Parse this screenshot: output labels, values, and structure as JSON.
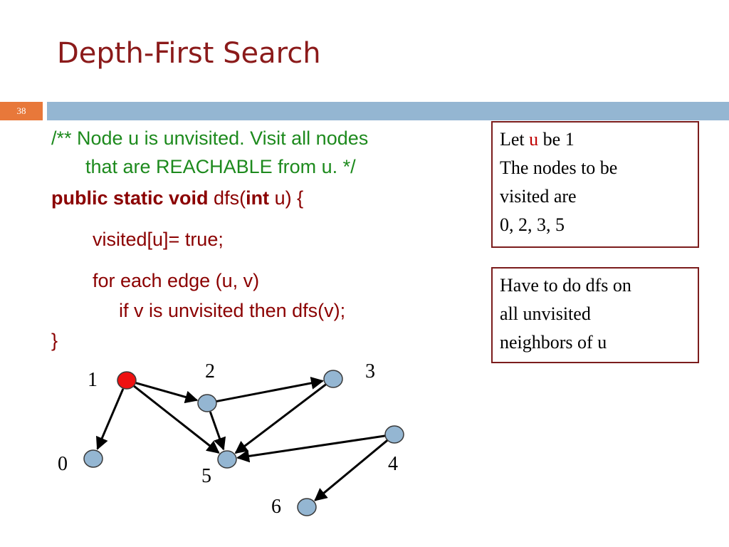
{
  "title": "Depth-First Search",
  "slide_number": "38",
  "code": {
    "comment_line1": "/** Node u is unvisited. Visit all nodes",
    "comment_line2": "that are REACHABLE from u. */",
    "sig_public_static_void": "public static void",
    "sig_dfs_open": " dfs(",
    "sig_int": "int",
    "sig_u_close": " u) {",
    "visited_line": "visited[u]= true;",
    "for_line": "for each edge (u, v)",
    "if_line": "if v is unvisited then dfs(v);",
    "close_brace": "}"
  },
  "box1": {
    "let": "Let ",
    "u": "u",
    "be1": " be 1",
    "line2": "The nodes to be",
    "line3": "visited are",
    "line4": "0, 2, 3, 5"
  },
  "box2": {
    "line1": "Have to do dfs on",
    "line2": "all unvisited",
    "line3": "neighbors of u"
  },
  "graph": {
    "nodes": [
      {
        "id": "1",
        "label": "1",
        "color": "#ee1111"
      },
      {
        "id": "2",
        "label": "2",
        "color": "#94b6d2"
      },
      {
        "id": "3",
        "label": "3",
        "color": "#94b6d2"
      },
      {
        "id": "0",
        "label": "0",
        "color": "#94b6d2"
      },
      {
        "id": "5",
        "label": "5",
        "color": "#94b6d2"
      },
      {
        "id": "4",
        "label": "4",
        "color": "#94b6d2"
      },
      {
        "id": "6",
        "label": "6",
        "color": "#94b6d2"
      }
    ],
    "edges": [
      {
        "from": "1",
        "to": "0"
      },
      {
        "from": "1",
        "to": "2"
      },
      {
        "from": "1",
        "to": "5"
      },
      {
        "from": "2",
        "to": "3"
      },
      {
        "from": "2",
        "to": "5"
      },
      {
        "from": "3",
        "to": "5"
      },
      {
        "from": "4",
        "to": "5"
      },
      {
        "from": "4",
        "to": "6"
      }
    ]
  }
}
